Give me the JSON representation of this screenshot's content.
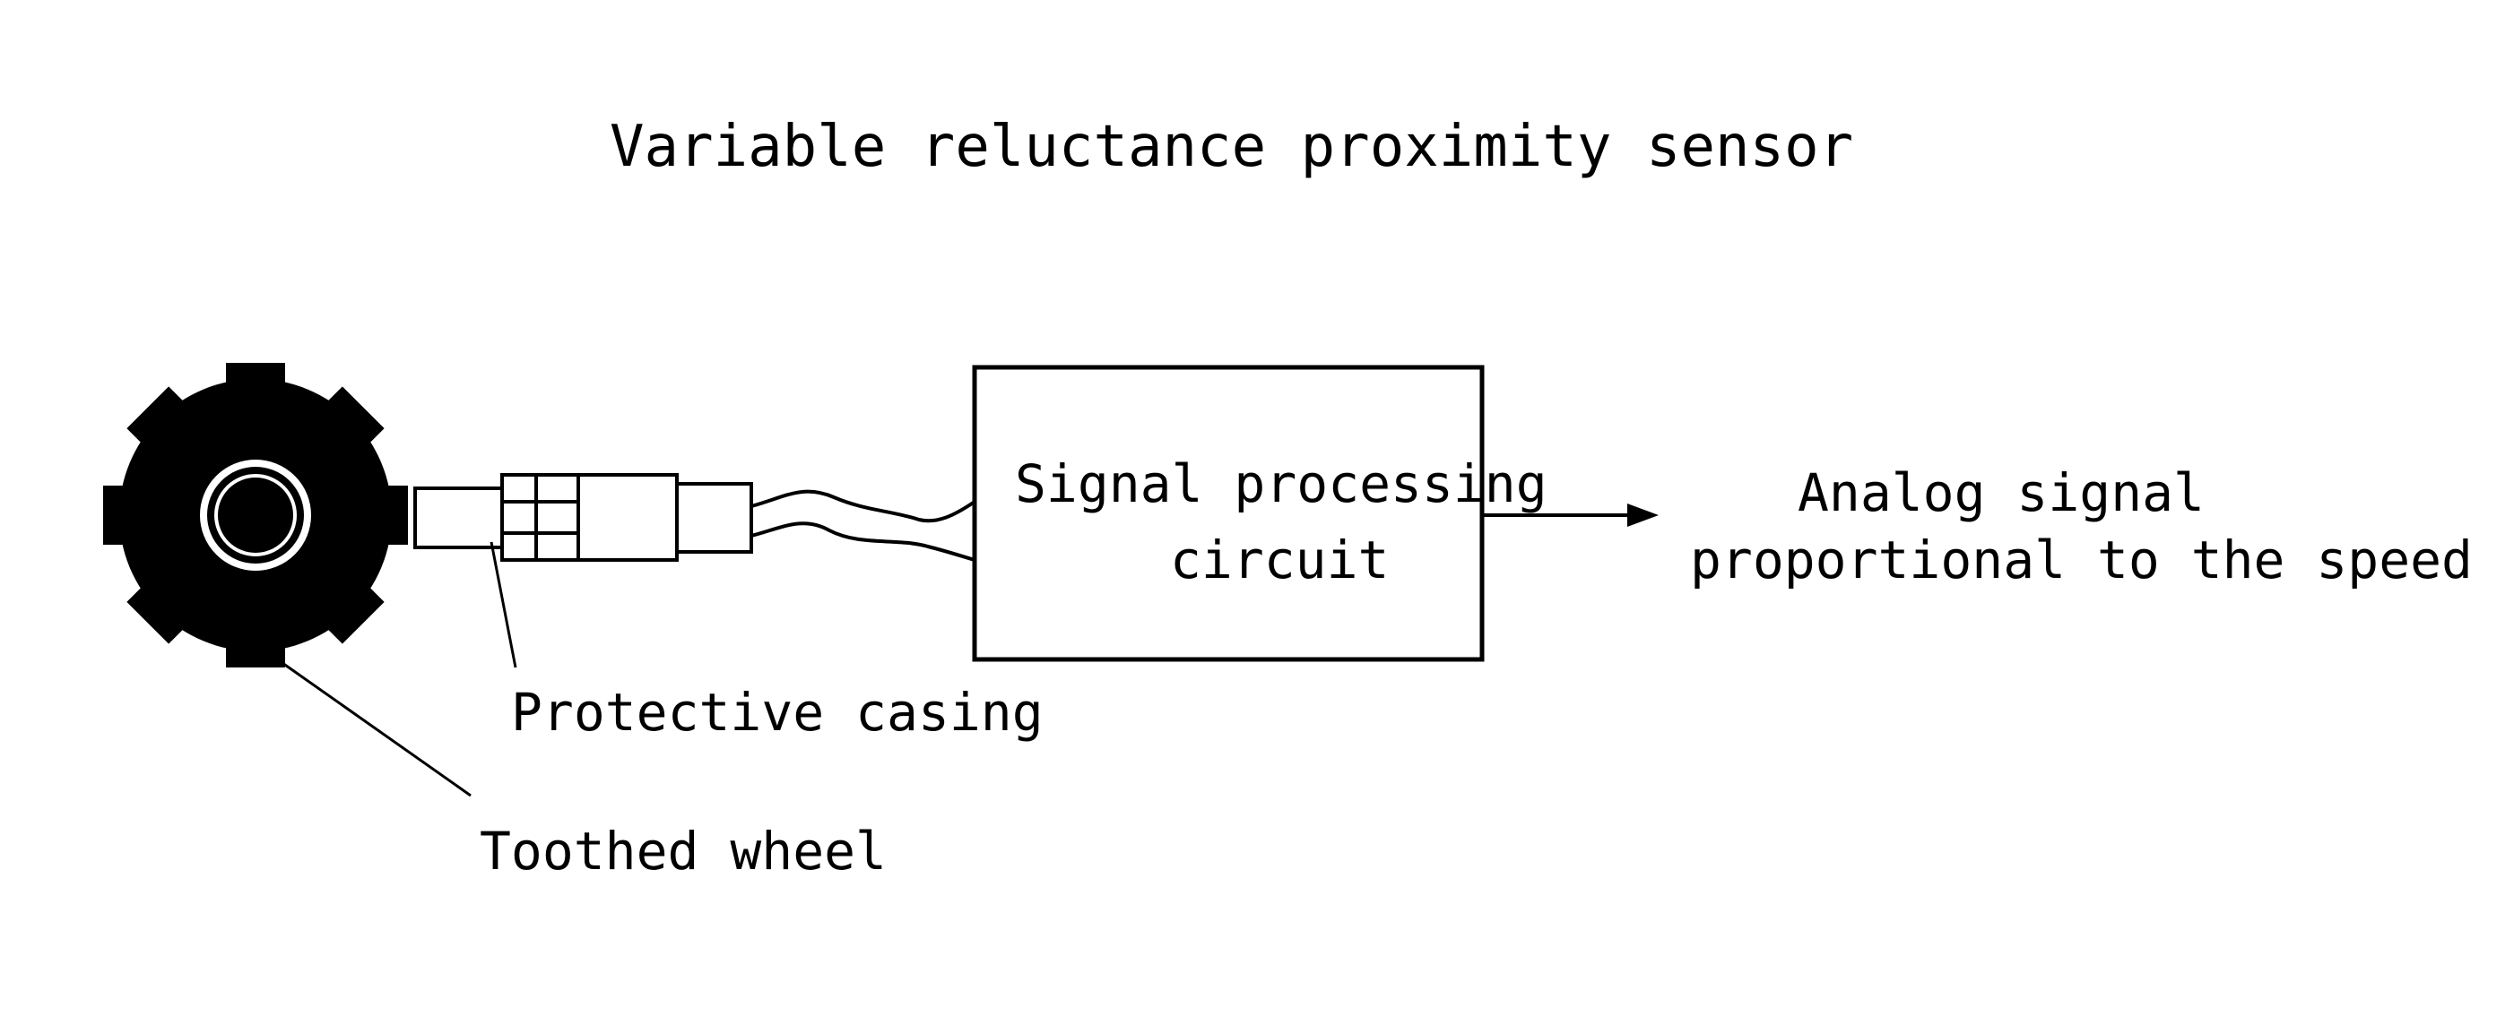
{
  "title": "Variable reluctance proximity sensor",
  "box": {
    "line1": "Signal processing",
    "line2": "circuit"
  },
  "output": {
    "line1": "Analog signal",
    "line2": "proportional to the speed"
  },
  "labels": {
    "casing": "Protective casing",
    "wheel": "Toothed wheel"
  },
  "colors": {
    "ink": "#000000",
    "background": "#ffffff"
  }
}
